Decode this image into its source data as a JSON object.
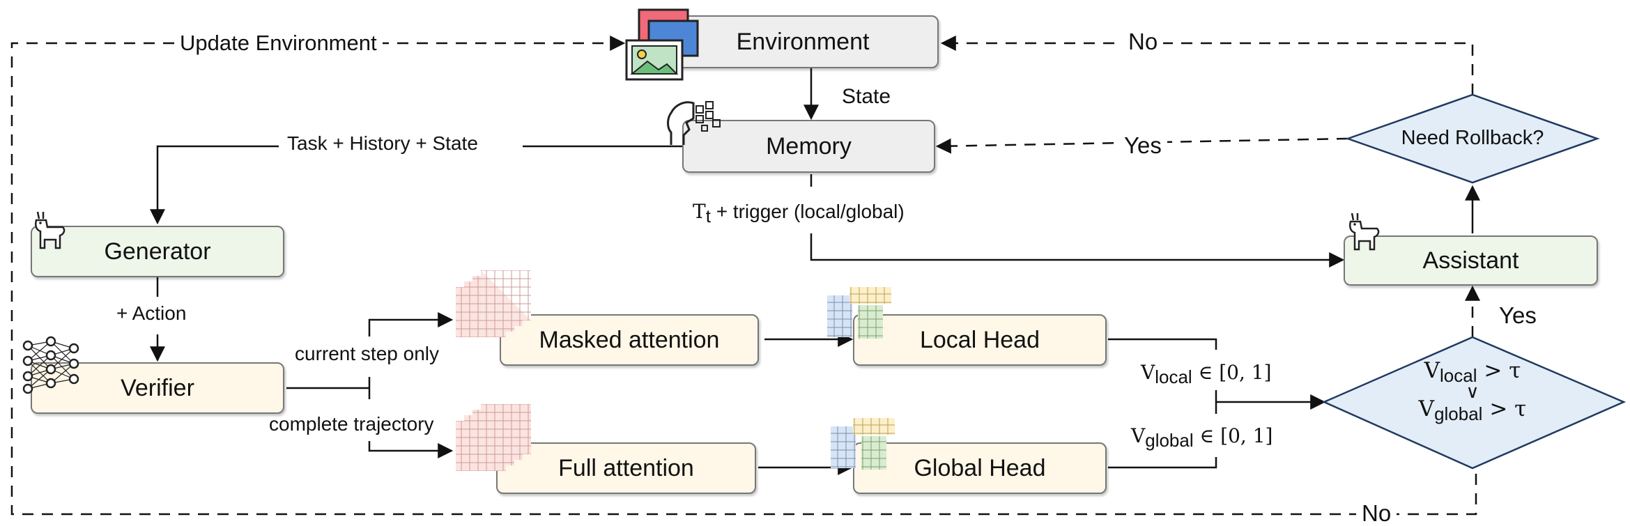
{
  "nodes": {
    "environment": "Environment",
    "memory": "Memory",
    "generator": "Generator",
    "verifier": "Verifier",
    "masked_attention": "Masked attention",
    "full_attention": "Full attention",
    "local_head": "Local Head",
    "global_head": "Global Head",
    "assistant": "Assistant",
    "need_rollback": "Need Rollback?"
  },
  "labels": {
    "update_environment": "Update Environment",
    "state": "State",
    "task_history_state": "Task + History + State",
    "action": "+ Action",
    "current_step_only": "current step only",
    "complete_trajectory": "complete trajectory",
    "no_top": "No",
    "yes_memory": "Yes",
    "yes_assistant": "Yes",
    "no_bottom": "No"
  },
  "math": {
    "tau_t": "T",
    "tau_t_sub": "t",
    "trigger": " + trigger (local/global)",
    "v": "V",
    "local_sub": "local",
    "global_sub": "global",
    "range": " ∈ [0, 1]",
    "gt_tau": " > τ",
    "or": "∨"
  },
  "icons": [
    "images-icon",
    "brain-icon",
    "llama-icon",
    "neural-network-icon",
    "attention-grid-icon",
    "head-matrix-icon"
  ],
  "colors": {
    "gray_box": "#eeeeee",
    "green_box": "#eef5e9",
    "cream_box": "#fff7e8",
    "diamond_fill": "#e3edf8",
    "diamond_stroke": "#1f3a5f",
    "arrow": "#111111"
  }
}
